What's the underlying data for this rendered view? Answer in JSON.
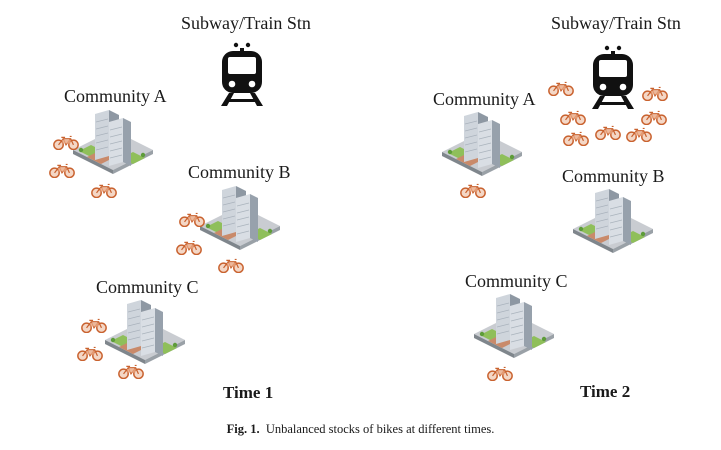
{
  "time1": {
    "station_label": "Subway/Train Stn",
    "community_a": "Community A",
    "community_b": "Community B",
    "community_c": "Community C",
    "time_label": "Time 1"
  },
  "time2": {
    "station_label": "Subway/Train Stn",
    "community_a": "Community A",
    "community_b": "Community B",
    "community_c": "Community C",
    "time_label": "Time 2"
  },
  "caption": {
    "fig_label": "Fig. 1.",
    "text": "Unbalanced stocks of bikes at different times."
  },
  "icons": [
    "train-icon",
    "building-icon",
    "bike-icon"
  ],
  "colors": {
    "bike": "#c9622f",
    "building": "#9aa3ad",
    "ground": "#8f969c",
    "grass": "#8fbf5a",
    "train": "#111111"
  }
}
